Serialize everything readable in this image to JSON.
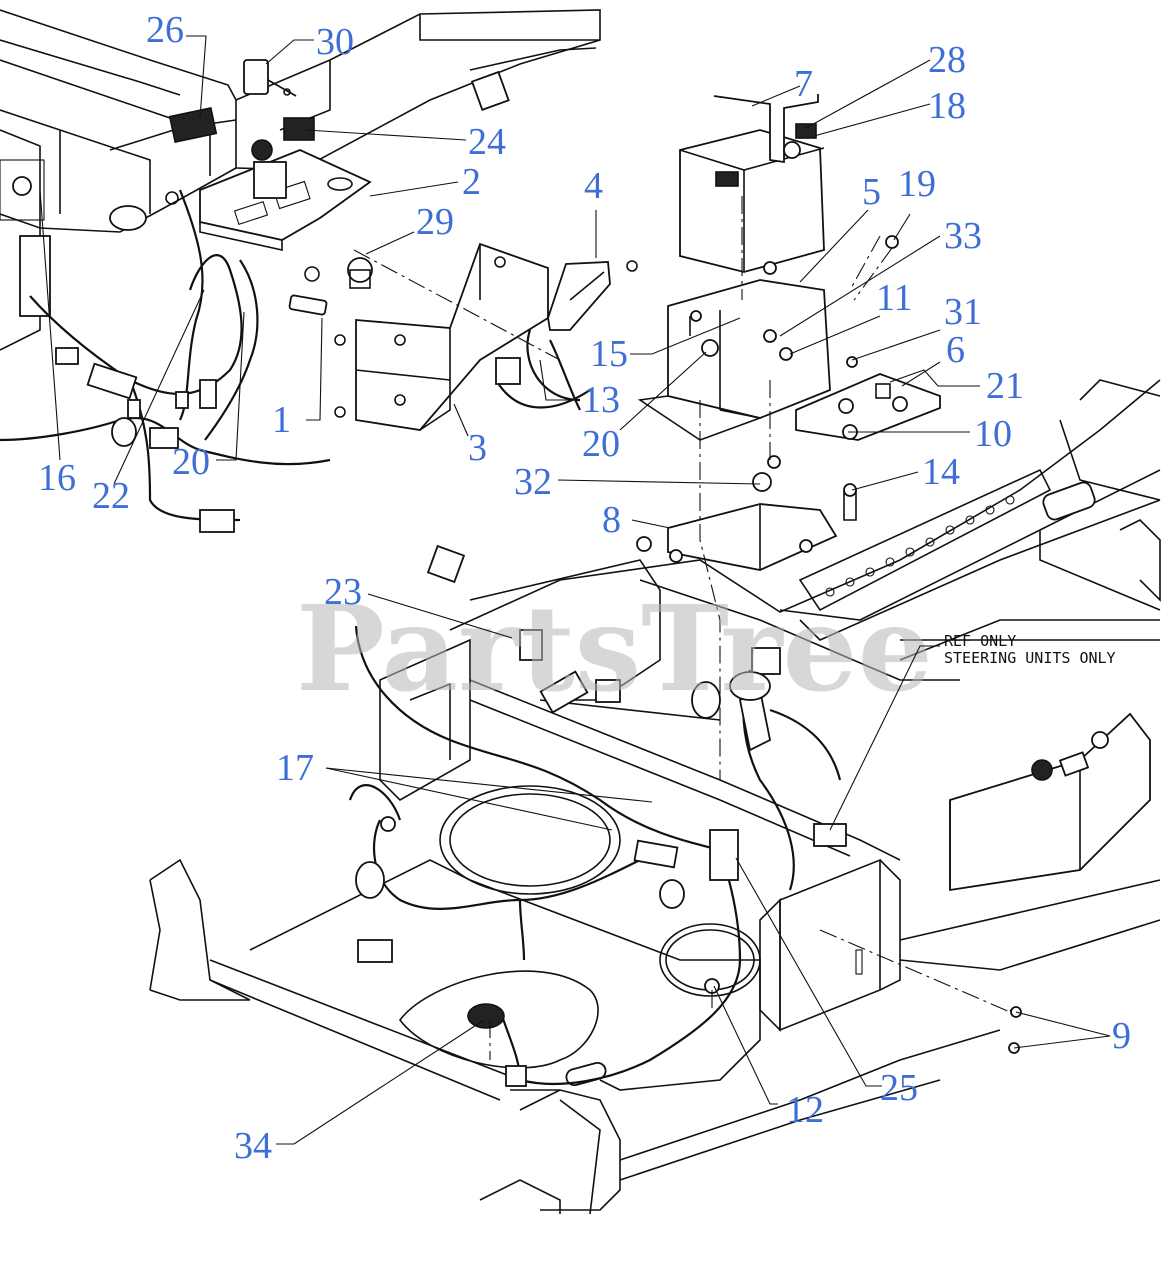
{
  "watermark": "PartsTree",
  "note": {
    "line1": "REF ONLY",
    "line2": "STEERING UNITS ONLY"
  },
  "callouts": [
    {
      "id": "26",
      "text": "26"
    },
    {
      "id": "30",
      "text": "30"
    },
    {
      "id": "28",
      "text": "28"
    },
    {
      "id": "7",
      "text": "7"
    },
    {
      "id": "18",
      "text": "18"
    },
    {
      "id": "24",
      "text": "24"
    },
    {
      "id": "2",
      "text": "2"
    },
    {
      "id": "4",
      "text": "4"
    },
    {
      "id": "5",
      "text": "5"
    },
    {
      "id": "19",
      "text": "19"
    },
    {
      "id": "29",
      "text": "29"
    },
    {
      "id": "33",
      "text": "33"
    },
    {
      "id": "11",
      "text": "11"
    },
    {
      "id": "31",
      "text": "31"
    },
    {
      "id": "6",
      "text": "6"
    },
    {
      "id": "15",
      "text": "15"
    },
    {
      "id": "21",
      "text": "21"
    },
    {
      "id": "13",
      "text": "13"
    },
    {
      "id": "1",
      "text": "1"
    },
    {
      "id": "20a",
      "text": "20"
    },
    {
      "id": "10",
      "text": "10"
    },
    {
      "id": "3",
      "text": "3"
    },
    {
      "id": "16",
      "text": "16"
    },
    {
      "id": "20b",
      "text": "20"
    },
    {
      "id": "14",
      "text": "14"
    },
    {
      "id": "32",
      "text": "32"
    },
    {
      "id": "22",
      "text": "22"
    },
    {
      "id": "8",
      "text": "8"
    },
    {
      "id": "23",
      "text": "23"
    },
    {
      "id": "17",
      "text": "17"
    },
    {
      "id": "9",
      "text": "9"
    },
    {
      "id": "25",
      "text": "25"
    },
    {
      "id": "12",
      "text": "12"
    },
    {
      "id": "34",
      "text": "34"
    }
  ]
}
